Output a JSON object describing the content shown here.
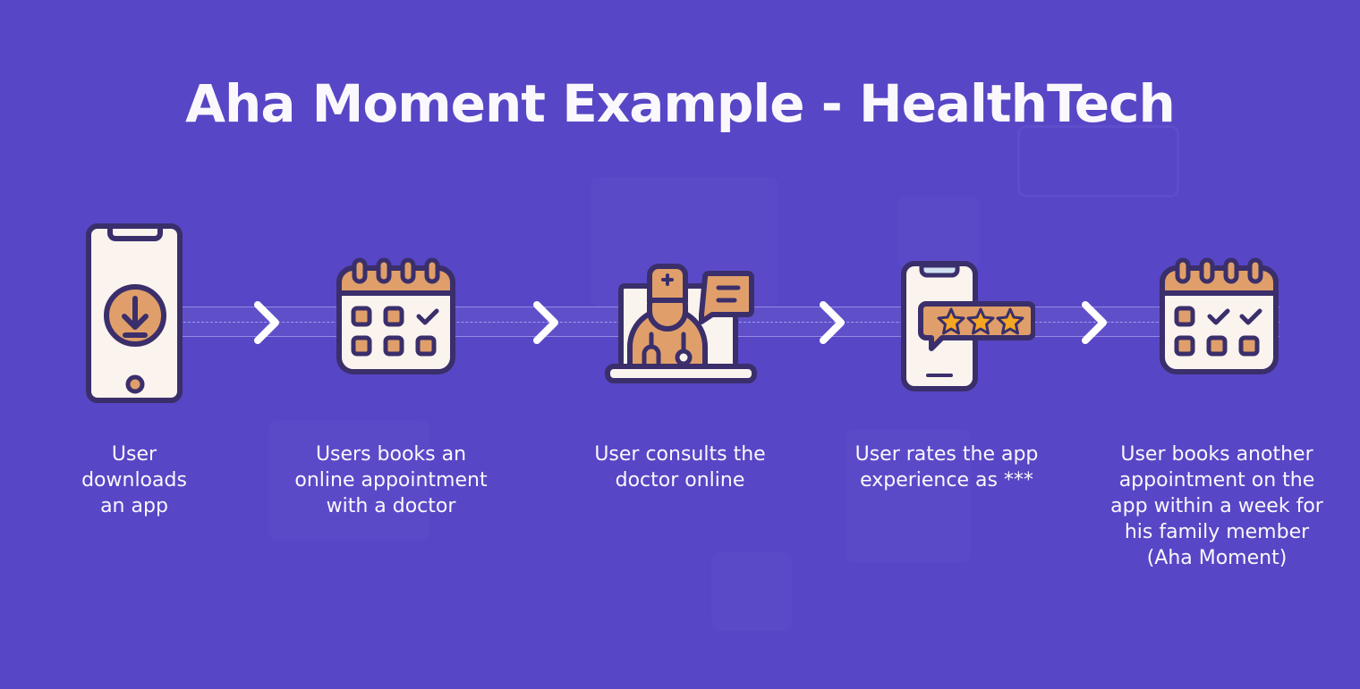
{
  "title": "Aha Moment Example - HealthTech",
  "colors": {
    "background": "#5746C5",
    "icon_outline": "#3A2F6B",
    "icon_fill": "#E09F6A",
    "icon_light": "#FBF3EE",
    "star": "#F5A623",
    "text": "#FAF8FC"
  },
  "steps": [
    {
      "icon": "phone-download-icon",
      "label": "User downloads an app",
      "lines": [
        "User",
        "downloads",
        "an app"
      ]
    },
    {
      "icon": "calendar-check-icon",
      "label": "Users books an online appointment with a doctor",
      "lines": [
        "Users books an",
        "online appointment",
        "with a doctor"
      ]
    },
    {
      "icon": "doctor-laptop-icon",
      "label": "User consults the doctor online",
      "lines": [
        "User consults the",
        "doctor online"
      ]
    },
    {
      "icon": "phone-rating-icon",
      "label": "User rates the app experience as ***",
      "lines": [
        "User rates the app",
        "experience as ***"
      ]
    },
    {
      "icon": "calendar-double-check-icon",
      "label": "User books another appointment on the app within a week for his family member (Aha Moment)",
      "lines": [
        "User books another",
        "appointment on the",
        "app within a week for",
        "his family member",
        "(Aha Moment)"
      ]
    }
  ],
  "connectors": [
    "chevron-right-icon",
    "chevron-right-icon",
    "chevron-right-icon",
    "chevron-right-icon"
  ]
}
